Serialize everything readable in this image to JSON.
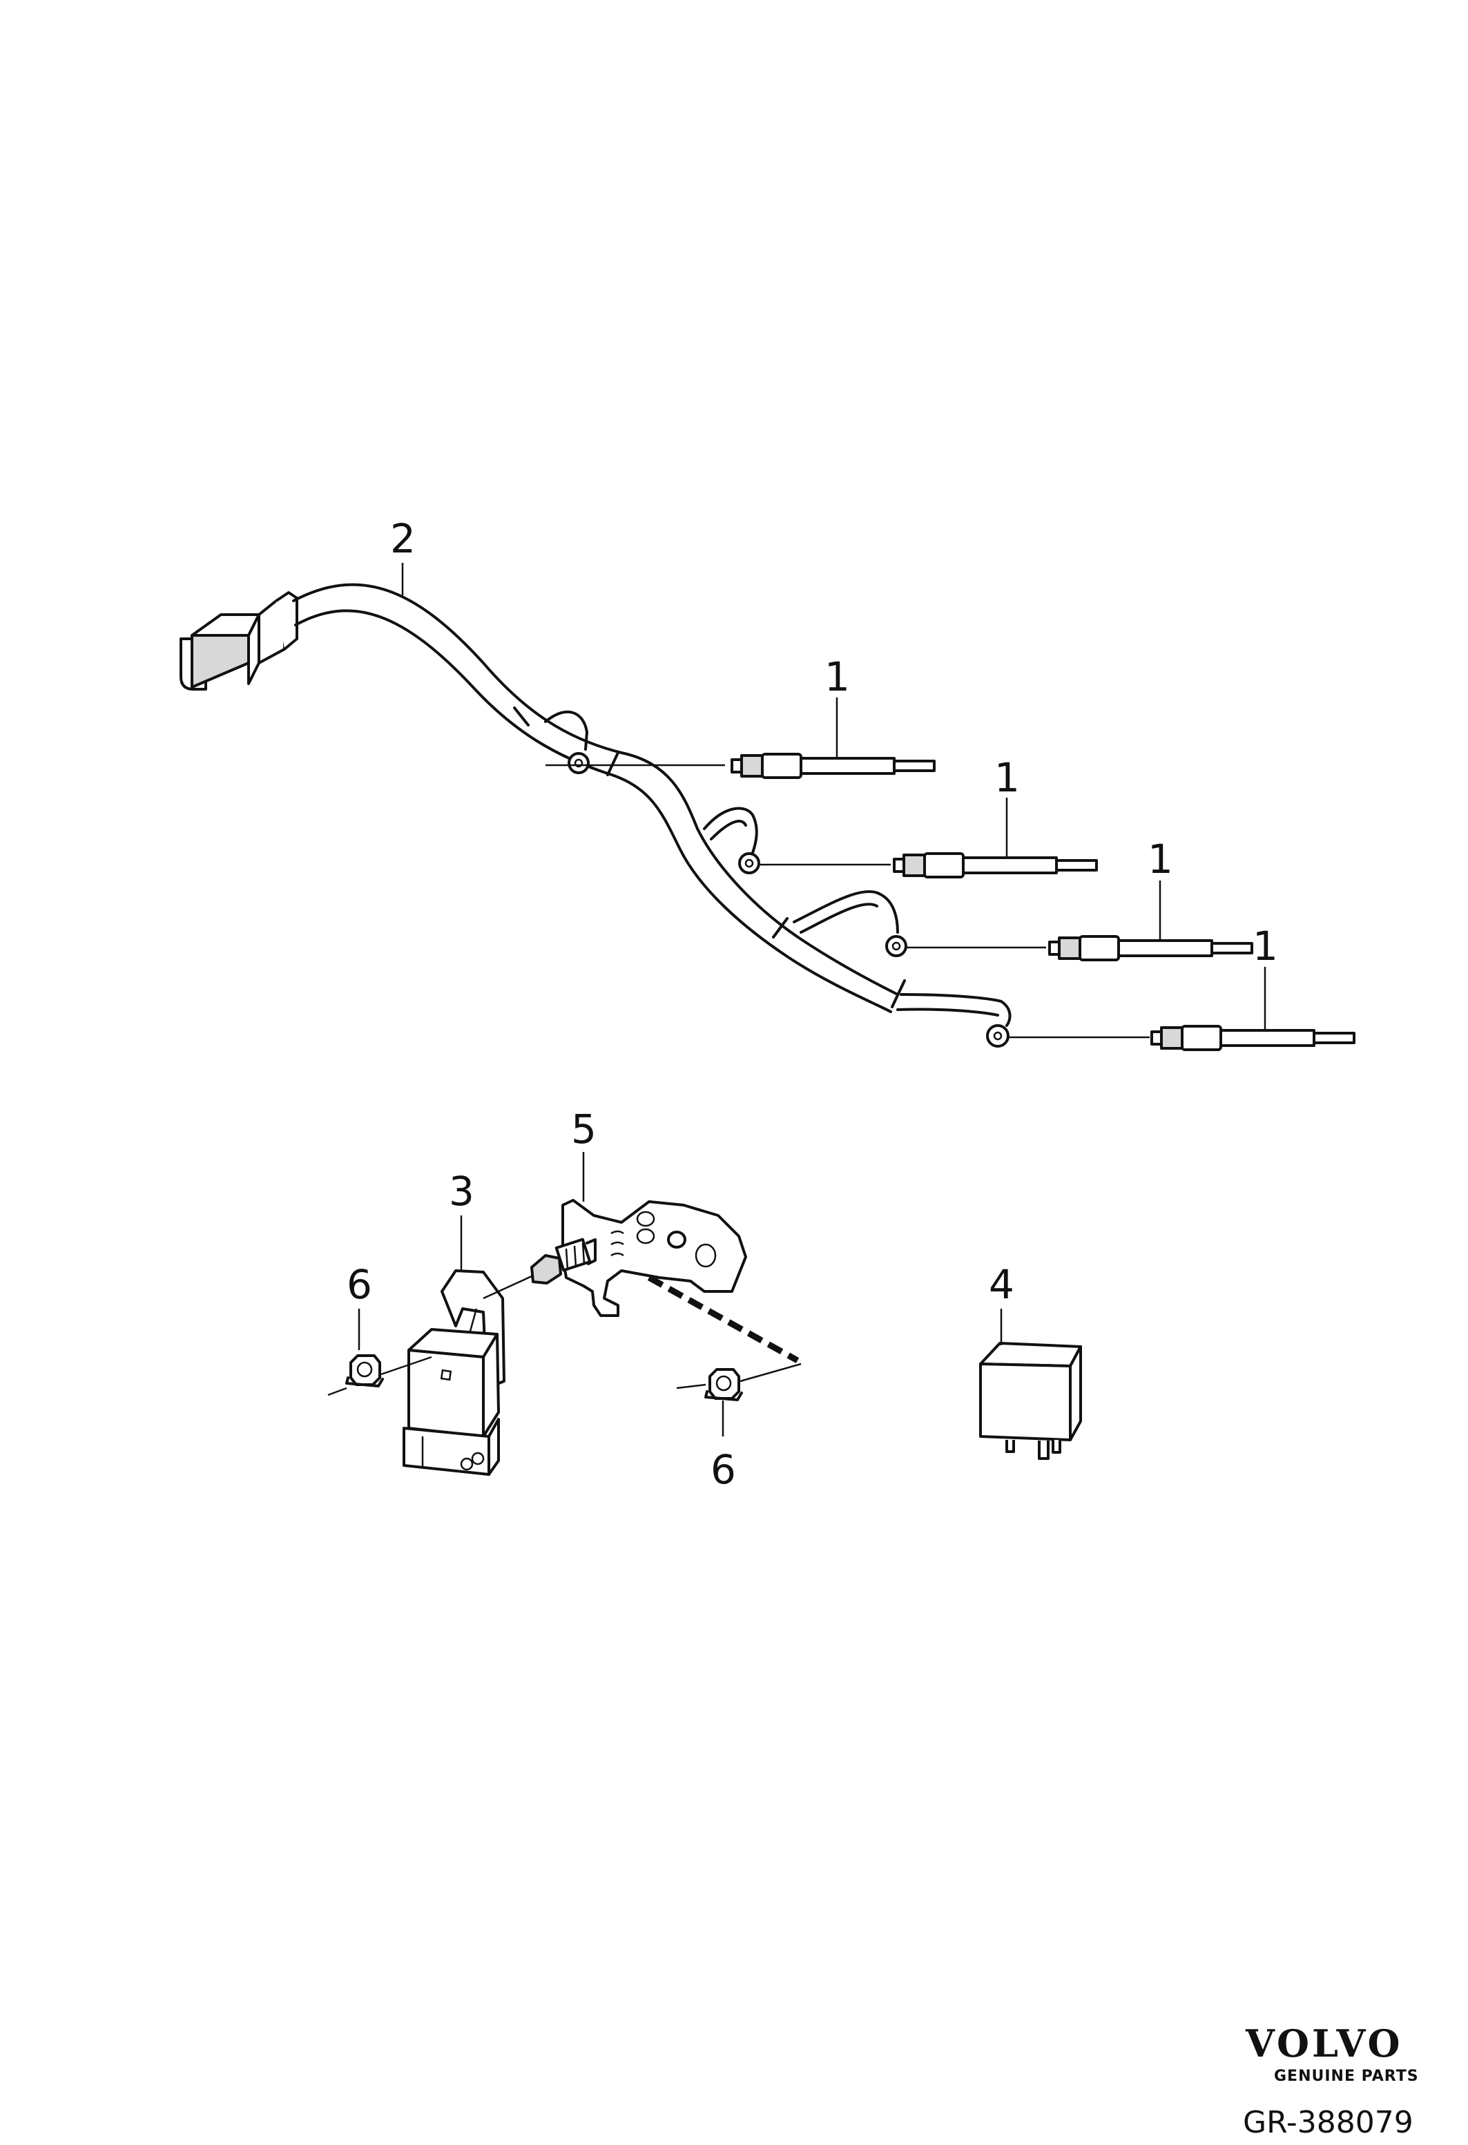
{
  "callouts": {
    "glow_plug_1": "1",
    "glow_plug_2": "1",
    "glow_plug_3": "1",
    "glow_plug_4": "1",
    "cable_harness": "2",
    "control_unit": "3",
    "relay": "4",
    "bracket": "5",
    "nut_left": "6",
    "nut_right": "6"
  },
  "footer": {
    "brand": "VOLVO",
    "brand_sub": "GENUINE PARTS",
    "reference": "GR-388079"
  }
}
